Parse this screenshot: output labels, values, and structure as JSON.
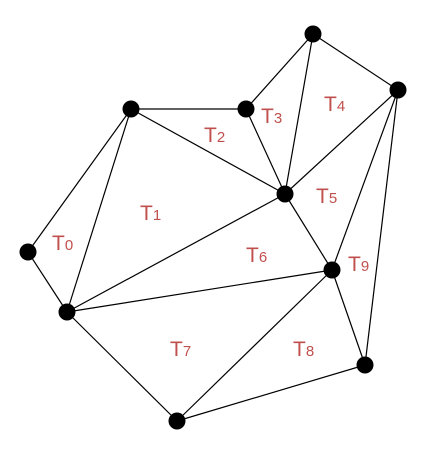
{
  "diagram": {
    "label_color": "#c0504d",
    "edge_color": "#000000",
    "vertex_color": "#000000",
    "triangles": [
      {
        "id": "T0",
        "letter": "T",
        "sub": "0"
      },
      {
        "id": "T1",
        "letter": "T",
        "sub": "1"
      },
      {
        "id": "T2",
        "letter": "T",
        "sub": "2"
      },
      {
        "id": "T3",
        "letter": "T",
        "sub": "3"
      },
      {
        "id": "T4",
        "letter": "T",
        "sub": "4"
      },
      {
        "id": "T5",
        "letter": "T",
        "sub": "5"
      },
      {
        "id": "T6",
        "letter": "T",
        "sub": "6"
      },
      {
        "id": "T7",
        "letter": "T",
        "sub": "7"
      },
      {
        "id": "T8",
        "letter": "T",
        "sub": "8"
      },
      {
        "id": "T9",
        "letter": "T",
        "sub": "9"
      }
    ]
  }
}
